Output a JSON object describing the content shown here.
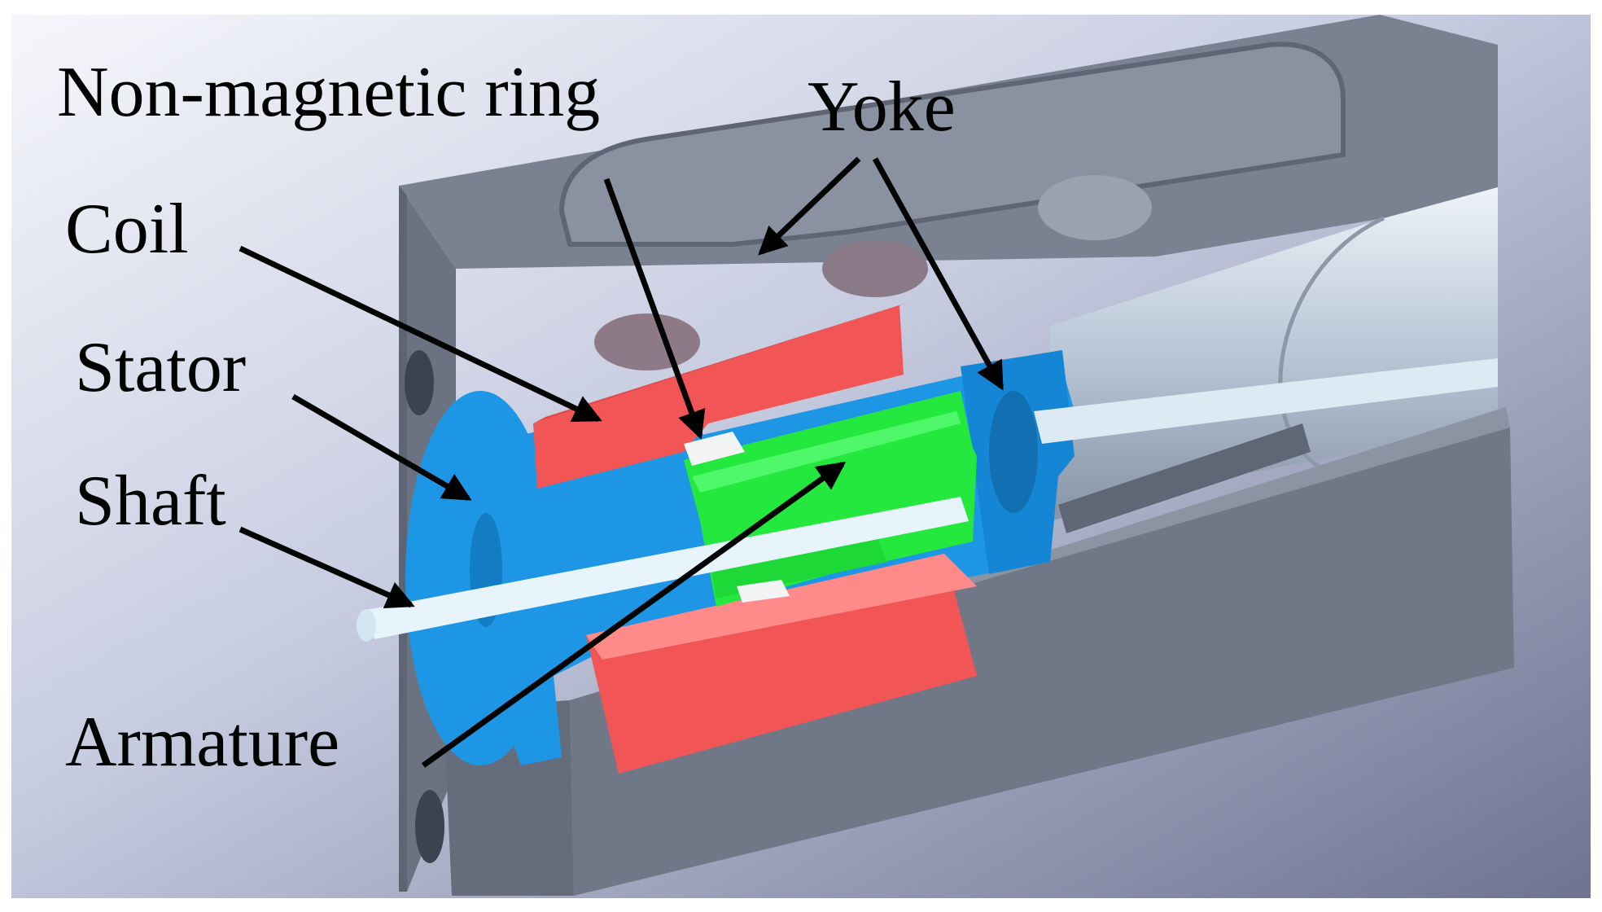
{
  "labels": {
    "non_magnetic_ring": "Non-magnetic ring",
    "yoke": "Yoke",
    "coil": "Coil",
    "stator": "Stator",
    "shaft": "Shaft",
    "armature": "Armature"
  },
  "colors": {
    "yoke": "#6f7888",
    "stator": "#1e96e6",
    "coil": "#f25555",
    "armature": "#25e83f",
    "shaft": "#e8f4fb",
    "non_magnetic_ring": "#f2f4f6",
    "arrow": "#000000"
  }
}
